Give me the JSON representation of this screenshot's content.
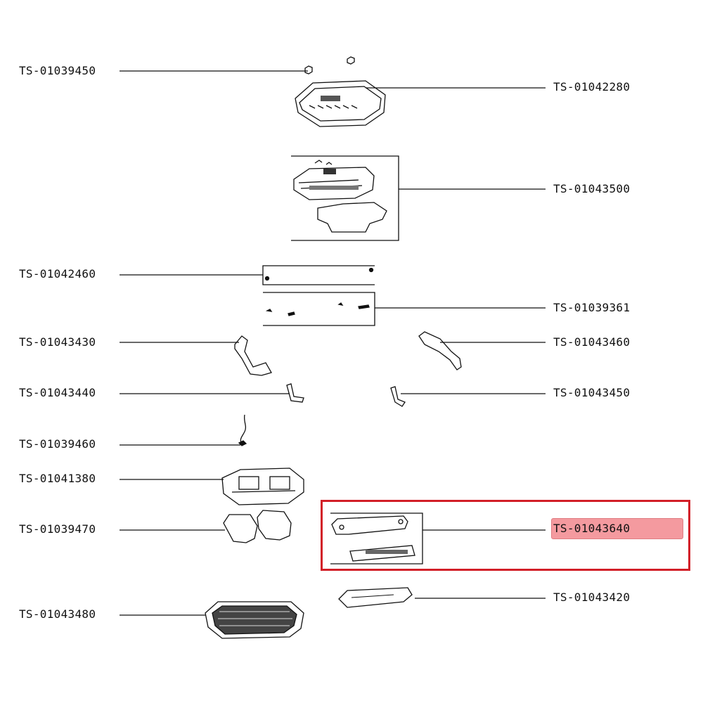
{
  "diagram": {
    "highlight_color": "#d21f28",
    "highlight_label_bg": "#f49a9f",
    "parts": [
      {
        "id": "p1",
        "code": "TS-01039450"
      },
      {
        "id": "p2",
        "code": "TS-01042280"
      },
      {
        "id": "p3",
        "code": "TS-01043500"
      },
      {
        "id": "p4",
        "code": "TS-01042460"
      },
      {
        "id": "p5",
        "code": "TS-01039361"
      },
      {
        "id": "p6",
        "code": "TS-01043430"
      },
      {
        "id": "p7",
        "code": "TS-01043460"
      },
      {
        "id": "p8",
        "code": "TS-01043440"
      },
      {
        "id": "p9",
        "code": "TS-01043450"
      },
      {
        "id": "p10",
        "code": "TS-01039460"
      },
      {
        "id": "p11",
        "code": "TS-01041380"
      },
      {
        "id": "p12",
        "code": "TS-01039470"
      },
      {
        "id": "p13",
        "code": "TS-01043640",
        "highlighted": true
      },
      {
        "id": "p14",
        "code": "TS-01043480"
      },
      {
        "id": "p15",
        "code": "TS-01043420"
      }
    ]
  }
}
